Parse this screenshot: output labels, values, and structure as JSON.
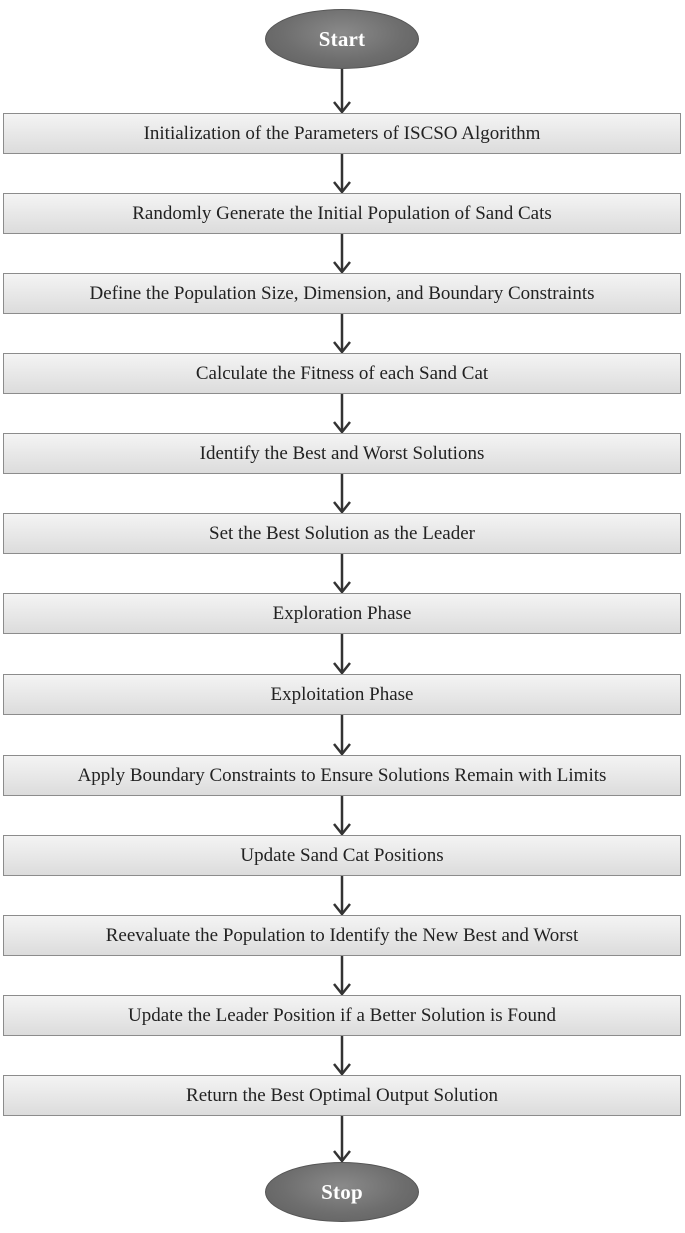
{
  "flowchart": {
    "start_label": "Start",
    "stop_label": "Stop",
    "steps": [
      "Initialization of the Parameters of ISCSO Algorithm",
      "Randomly Generate the Initial Population of Sand Cats",
      "Define the Population Size, Dimension, and Boundary Constraints",
      "Calculate the Fitness of each Sand Cat",
      "Identify the Best and Worst Solutions",
      "Set the Best Solution as the Leader",
      "Exploration Phase",
      "Exploitation Phase",
      "Apply Boundary Constraints to Ensure Solutions Remain with Limits",
      "Update Sand Cat Positions",
      "Reevaluate the Population to Identify the New Best and Worst",
      "Update the Leader Position if a Better Solution is Found",
      "Return the Best Optimal Output Solution"
    ],
    "colors": {
      "terminal_fill": "#6e6e6e",
      "terminal_text": "#ffffff",
      "box_fill": "#e8e8e8",
      "box_border": "#8c8c8c",
      "arrow": "#333333"
    }
  }
}
